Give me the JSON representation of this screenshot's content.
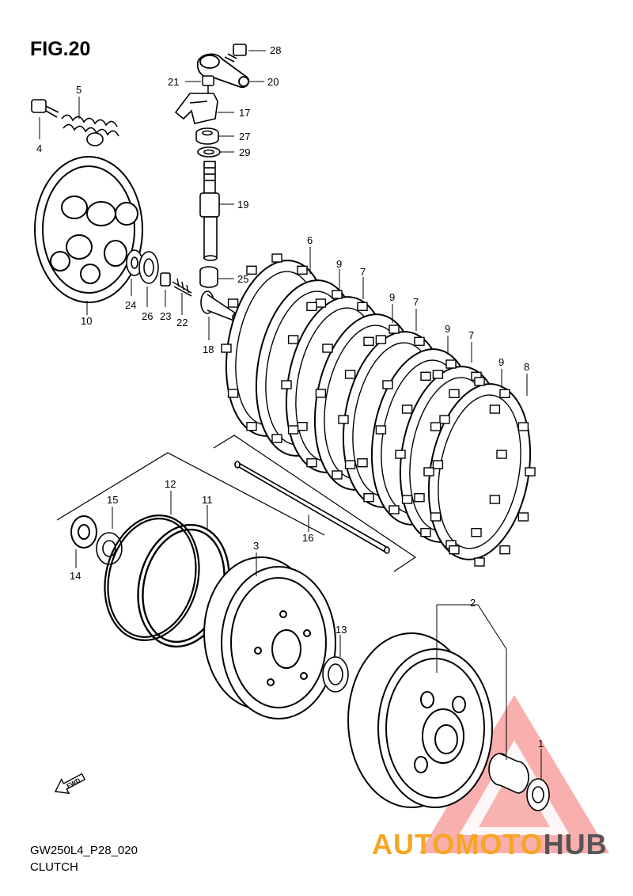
{
  "figure": {
    "title": "FIG.20",
    "code": "GW250L4_P28_020",
    "subtitle": "CLUTCH"
  },
  "callouts": [
    {
      "id": "c28",
      "label": "28"
    },
    {
      "id": "c21",
      "label": "21"
    },
    {
      "id": "c20",
      "label": "20"
    },
    {
      "id": "c5",
      "label": "5"
    },
    {
      "id": "c17",
      "label": "17"
    },
    {
      "id": "c27",
      "label": "27"
    },
    {
      "id": "c29",
      "label": "29"
    },
    {
      "id": "c4",
      "label": "4"
    },
    {
      "id": "c19",
      "label": "19"
    },
    {
      "id": "c6",
      "label": "6"
    },
    {
      "id": "c25",
      "label": "25"
    },
    {
      "id": "c9a",
      "label": "9"
    },
    {
      "id": "c7a",
      "label": "7"
    },
    {
      "id": "c24",
      "label": "24"
    },
    {
      "id": "c26",
      "label": "26"
    },
    {
      "id": "c23",
      "label": "23"
    },
    {
      "id": "c22",
      "label": "22"
    },
    {
      "id": "c10",
      "label": "10"
    },
    {
      "id": "c9b",
      "label": "9"
    },
    {
      "id": "c7b",
      "label": "7"
    },
    {
      "id": "c18",
      "label": "18"
    },
    {
      "id": "c9c",
      "label": "9"
    },
    {
      "id": "c7c",
      "label": "7"
    },
    {
      "id": "c9d",
      "label": "9"
    },
    {
      "id": "c8",
      "label": "8"
    },
    {
      "id": "c12",
      "label": "12"
    },
    {
      "id": "c15",
      "label": "15"
    },
    {
      "id": "c11",
      "label": "11"
    },
    {
      "id": "c16",
      "label": "16"
    },
    {
      "id": "c14",
      "label": "14"
    },
    {
      "id": "c3",
      "label": "3"
    },
    {
      "id": "c2",
      "label": "2"
    },
    {
      "id": "c13",
      "label": "13"
    },
    {
      "id": "c1",
      "label": "1"
    }
  ],
  "fwd_label": "FWD",
  "watermark": {
    "part1": "AUTOMOTO",
    "part2": "HUB",
    "color_primary": "#f5a623",
    "color_secondary": "#555555",
    "logo_color": "#e53935"
  }
}
